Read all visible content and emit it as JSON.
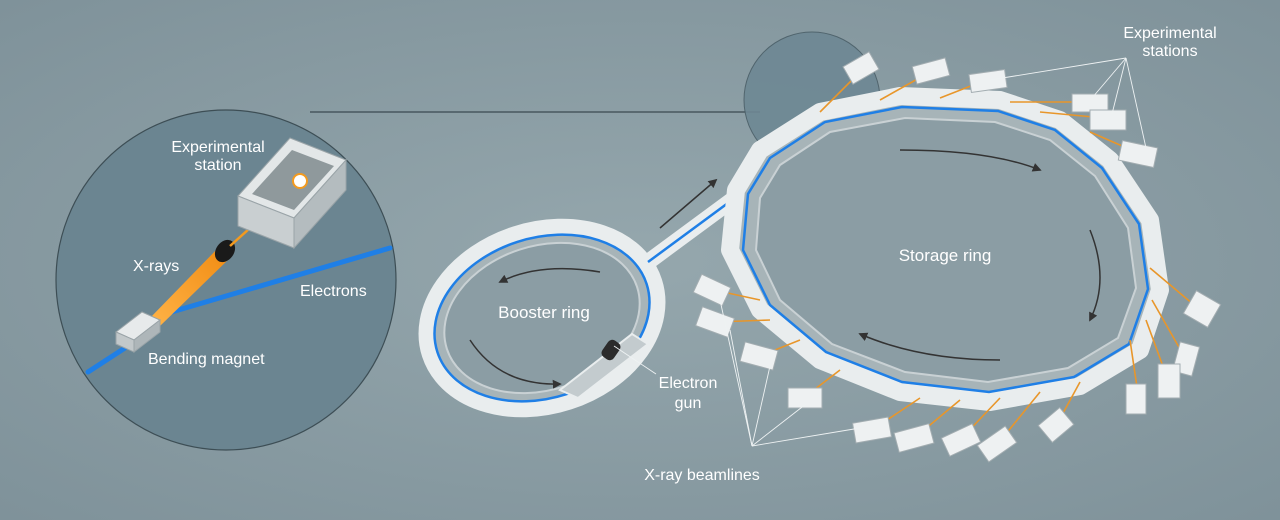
{
  "labels": {
    "experimental_station_inset_1": "Experimental",
    "experimental_station_inset_2": "station",
    "xrays": "X-rays",
    "electrons": "Electrons",
    "bending_magnet": "Bending magnet",
    "booster_ring": "Booster ring",
    "storage_ring": "Storage ring",
    "electron_gun_1": "Electron",
    "electron_gun_2": "gun",
    "xray_beamlines": "X-ray beamlines",
    "experimental_stations_1": "Experimental",
    "experimental_stations_2": "stations"
  },
  "colors": {
    "background": "#8b9da4",
    "inset_circle": "#6b8591",
    "electron_beam": "#1f7fe6",
    "xray_beam": "#f39a1f",
    "ring_wall": "#e9edee"
  },
  "icons": {
    "inset": "magnifier-circle",
    "station": "box",
    "magnet": "bending-magnet"
  }
}
